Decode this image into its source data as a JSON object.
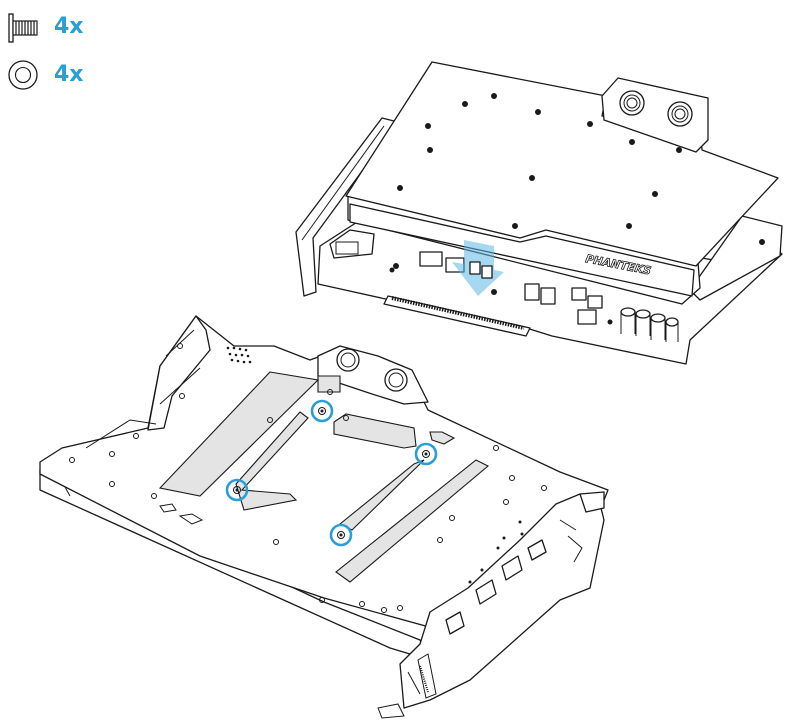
{
  "parts": [
    {
      "icon": "screw-icon",
      "quantity": "4x"
    },
    {
      "icon": "washer-icon",
      "quantity": "4x"
    }
  ],
  "brand_label": "PHANTEKS",
  "colors": {
    "accent": "#2a9fd6",
    "line": "#1a1a1a",
    "highlight_arrow": "#5cb8e6"
  }
}
